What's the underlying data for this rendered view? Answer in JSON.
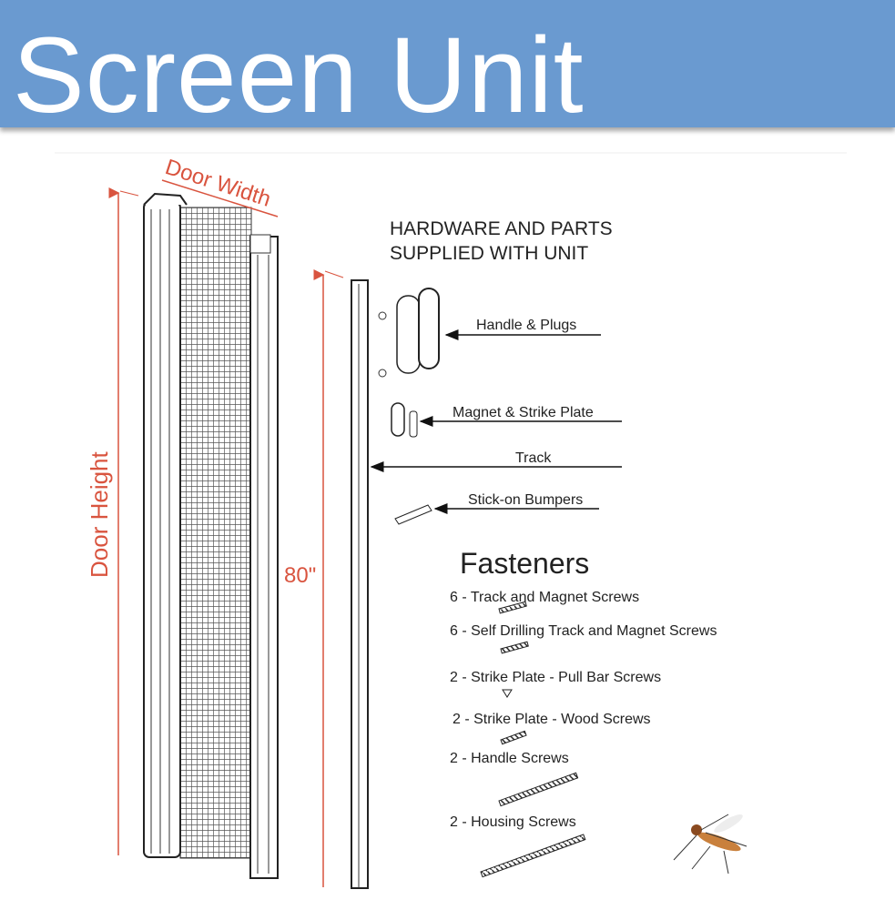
{
  "header": {
    "title": "Screen Unit"
  },
  "diagram": {
    "door_width": "Door Width",
    "door_height": "Door Height",
    "height_value": "80\"",
    "hardware_title_1": "HARDWARE AND PARTS",
    "hardware_title_2": "SUPPLIED WITH UNIT",
    "parts": [
      "Handle & Plugs",
      "Magnet & Strike Plate",
      "Track",
      "Stick-on Bumpers"
    ],
    "fasteners_title": "Fasteners",
    "fasteners": [
      "6 - Track and Magnet Screws",
      "6 - Self Drilling Track and Magnet Screws",
      "2 - Strike Plate - Pull Bar Screws",
      "2 - Strike Plate - Wood Screws",
      "2 - Handle Screws",
      "2 - Housing Screws"
    ]
  },
  "colors": {
    "header": "#6a9ad0",
    "dimension": "#d9543f"
  }
}
